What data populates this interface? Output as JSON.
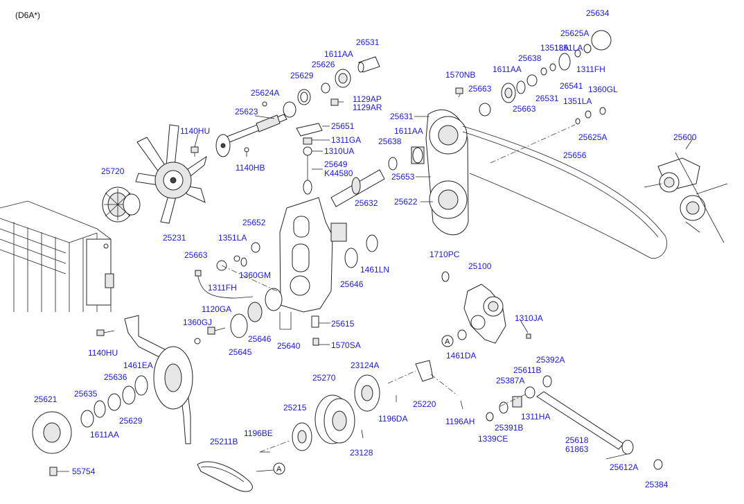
{
  "engine_code": "(D6A*)",
  "callout_letter": "A",
  "labels": [
    "25634",
    "25625A",
    "1351LA",
    "1311FH",
    "26531",
    "1611AA",
    "25626",
    "25629",
    "25624A",
    "1129AP",
    "1129AR",
    "25623",
    "25651",
    "1311GA",
    "1310UA",
    "25649",
    "K44580",
    "1140HU",
    "1140HB",
    "25720",
    "25231",
    "1570NB",
    "25663",
    "1611AA",
    "25638",
    "1351LA",
    "25663",
    "26531",
    "26541",
    "1360GL",
    "1351LA",
    "25625A",
    "25631",
    "1611AA",
    "25638",
    "25653",
    "25622",
    "25632",
    "25600",
    "25656",
    "25652",
    "1351LA",
    "25663",
    "1360GM",
    "1311FH",
    "1461LN",
    "25646",
    "1710PC",
    "25100",
    "1120GA",
    "1360GJ",
    "25646",
    "25645",
    "25640",
    "25615",
    "1570SA",
    "1310JA",
    "1461DA",
    "1140HU",
    "1461EA",
    "25636",
    "25635",
    "25621",
    "25629",
    "1611AA",
    "55754",
    "25270",
    "23124A",
    "25215",
    "25220",
    "1196DA",
    "1196AH",
    "23128",
    "1196BE",
    "25211B",
    "25611B",
    "25387A",
    "25392A",
    "25391B",
    "1311HA",
    "1339CE",
    "25618",
    "61863",
    "25612A",
    "25384"
  ]
}
